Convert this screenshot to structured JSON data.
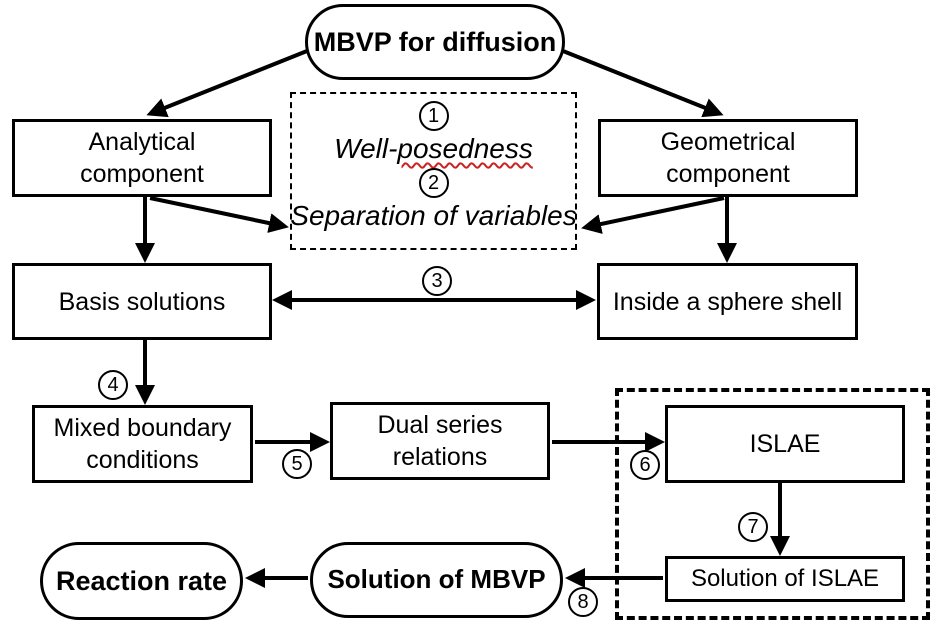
{
  "canvas": {
    "background": "#ffffff",
    "ink_color": "#000000",
    "spellcheck_underline_color": "#cc2222"
  },
  "nodes": {
    "mbvp": {
      "label": "MBVP for diffusion"
    },
    "analytical": {
      "label": "Analytical\ncomponent"
    },
    "geometrical": {
      "label": "Geometrical\ncomponent"
    },
    "basis": {
      "label": "Basis solutions"
    },
    "sphere_shell": {
      "label": "Inside a sphere shell"
    },
    "mixed_boundary": {
      "label": "Mixed boundary\nconditions"
    },
    "dual_series": {
      "label": "Dual series\nrelations"
    },
    "islae": {
      "label": "ISLAE"
    },
    "solution_islae": {
      "label": "Solution of ISLAE"
    },
    "solution_mbvp": {
      "label": "Solution of MBVP"
    },
    "reaction_rate": {
      "label": "Reaction rate"
    }
  },
  "method_panel": {
    "step1_num": "1",
    "step1_text_prefix": "Well-",
    "step1_text_flagged": "posedness",
    "step2_num": "2",
    "step2_text": "Separation of variables"
  },
  "step_badges": {
    "s3": "3",
    "s4": "4",
    "s5": "5",
    "s6": "6",
    "s7": "7",
    "s8": "8"
  }
}
